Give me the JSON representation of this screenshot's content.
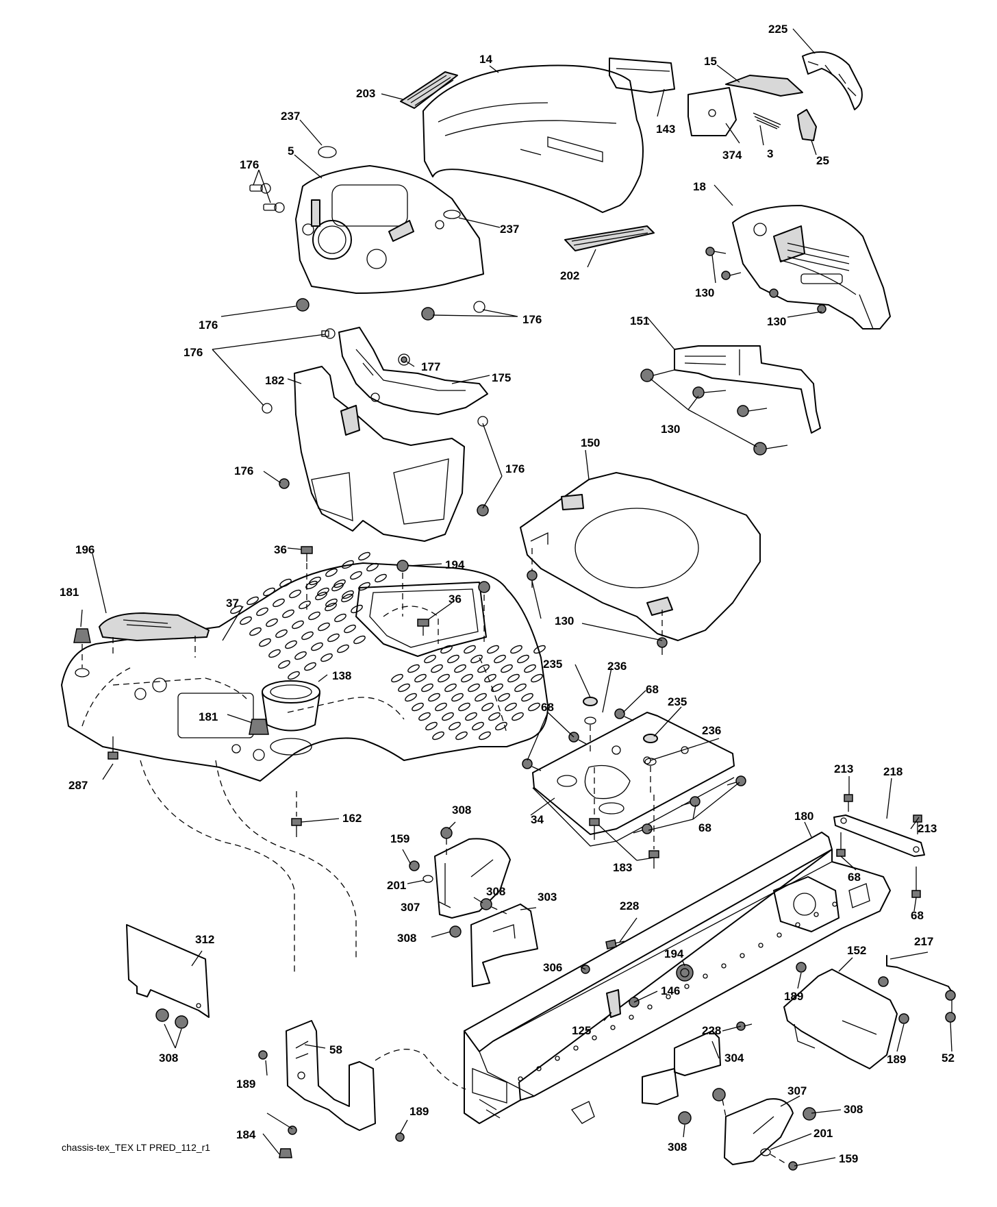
{
  "diagram": {
    "caption": "chassis-tex_TEX LT PRED_112_r1"
  },
  "callouts": [
    {
      "id": "c225",
      "text": "225"
    },
    {
      "id": "c14",
      "text": "14"
    },
    {
      "id": "c203",
      "text": "203"
    },
    {
      "id": "c15",
      "text": "15"
    },
    {
      "id": "c143",
      "text": "143"
    },
    {
      "id": "c237a",
      "text": "237"
    },
    {
      "id": "c374",
      "text": "374"
    },
    {
      "id": "c3",
      "text": "3"
    },
    {
      "id": "c25",
      "text": "25"
    },
    {
      "id": "c5",
      "text": "5"
    },
    {
      "id": "c176a",
      "text": "176"
    },
    {
      "id": "c237b",
      "text": "237"
    },
    {
      "id": "c18",
      "text": "18"
    },
    {
      "id": "c202",
      "text": "202"
    },
    {
      "id": "c130a",
      "text": "130"
    },
    {
      "id": "c130b",
      "text": "130"
    },
    {
      "id": "c176b",
      "text": "176"
    },
    {
      "id": "c176c",
      "text": "176"
    },
    {
      "id": "c151",
      "text": "151"
    },
    {
      "id": "c176d",
      "text": "176"
    },
    {
      "id": "c177",
      "text": "177"
    },
    {
      "id": "c175",
      "text": "175"
    },
    {
      "id": "c182",
      "text": "182"
    },
    {
      "id": "c130c",
      "text": "130"
    },
    {
      "id": "c176e",
      "text": "176"
    },
    {
      "id": "c176f",
      "text": "176"
    },
    {
      "id": "c150",
      "text": "150"
    },
    {
      "id": "c196",
      "text": "196"
    },
    {
      "id": "c36a",
      "text": "36"
    },
    {
      "id": "c194a",
      "text": "194"
    },
    {
      "id": "c181a",
      "text": "181"
    },
    {
      "id": "c37",
      "text": "37"
    },
    {
      "id": "c36b",
      "text": "36"
    },
    {
      "id": "c130d",
      "text": "130"
    },
    {
      "id": "c138",
      "text": "138"
    },
    {
      "id": "c235a",
      "text": "235"
    },
    {
      "id": "c236a",
      "text": "236"
    },
    {
      "id": "c68a",
      "text": "68"
    },
    {
      "id": "c235b",
      "text": "235"
    },
    {
      "id": "c68b",
      "text": "68"
    },
    {
      "id": "c181b",
      "text": "181"
    },
    {
      "id": "c236b",
      "text": "236"
    },
    {
      "id": "c287",
      "text": "287"
    },
    {
      "id": "c213a",
      "text": "213"
    },
    {
      "id": "c218",
      "text": "218"
    },
    {
      "id": "c162",
      "text": "162"
    },
    {
      "id": "c308a",
      "text": "308"
    },
    {
      "id": "c34",
      "text": "34"
    },
    {
      "id": "c180",
      "text": "180"
    },
    {
      "id": "c213b",
      "text": "213"
    },
    {
      "id": "c68c",
      "text": "68"
    },
    {
      "id": "c159a",
      "text": "159"
    },
    {
      "id": "c183",
      "text": "183"
    },
    {
      "id": "c68d",
      "text": "68"
    },
    {
      "id": "c201a",
      "text": "201"
    },
    {
      "id": "c308b",
      "text": "308"
    },
    {
      "id": "c307a",
      "text": "307"
    },
    {
      "id": "c303",
      "text": "303"
    },
    {
      "id": "c68e",
      "text": "68"
    },
    {
      "id": "c228a",
      "text": "228"
    },
    {
      "id": "c308c",
      "text": "308"
    },
    {
      "id": "c217",
      "text": "217"
    },
    {
      "id": "c312",
      "text": "312"
    },
    {
      "id": "c306",
      "text": "306"
    },
    {
      "id": "c194b",
      "text": "194"
    },
    {
      "id": "c152",
      "text": "152"
    },
    {
      "id": "c146",
      "text": "146"
    },
    {
      "id": "c189a",
      "text": "189"
    },
    {
      "id": "c125",
      "text": "125"
    },
    {
      "id": "c228b",
      "text": "228"
    },
    {
      "id": "c52",
      "text": "52"
    },
    {
      "id": "c304",
      "text": "304"
    },
    {
      "id": "c189b",
      "text": "189"
    },
    {
      "id": "c58",
      "text": "58"
    },
    {
      "id": "c308d",
      "text": "308"
    },
    {
      "id": "c307b",
      "text": "307"
    },
    {
      "id": "c189c",
      "text": "189"
    },
    {
      "id": "c189d",
      "text": "189"
    },
    {
      "id": "c308e",
      "text": "308"
    },
    {
      "id": "c184",
      "text": "184"
    },
    {
      "id": "c201b",
      "text": "201"
    },
    {
      "id": "c308f",
      "text": "308"
    },
    {
      "id": "c159b",
      "text": "159"
    }
  ]
}
